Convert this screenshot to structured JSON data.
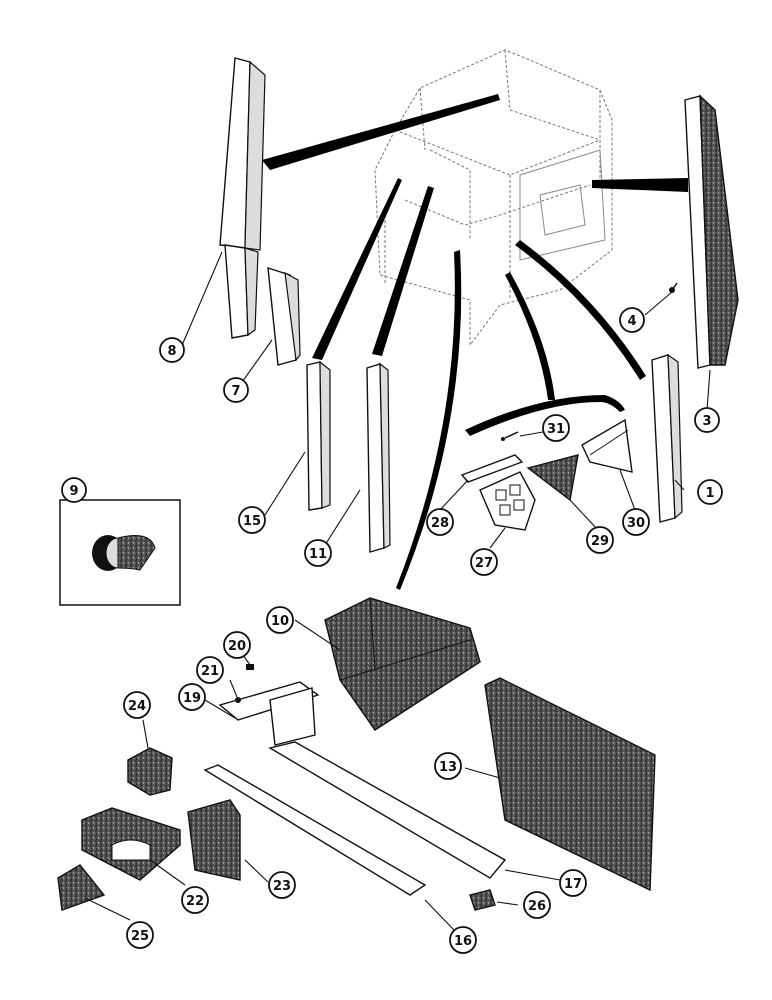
{
  "callouts": [
    {
      "id": "c1",
      "label": "1"
    },
    {
      "id": "c3",
      "label": "3"
    },
    {
      "id": "c4",
      "label": "4"
    },
    {
      "id": "c7",
      "label": "7"
    },
    {
      "id": "c8",
      "label": "8"
    },
    {
      "id": "c9",
      "label": "9"
    },
    {
      "id": "c10",
      "label": "10"
    },
    {
      "id": "c11",
      "label": "11"
    },
    {
      "id": "c13",
      "label": "13"
    },
    {
      "id": "c15",
      "label": "15"
    },
    {
      "id": "c16",
      "label": "16"
    },
    {
      "id": "c17",
      "label": "17"
    },
    {
      "id": "c19",
      "label": "19"
    },
    {
      "id": "c20",
      "label": "20"
    },
    {
      "id": "c21",
      "label": "21"
    },
    {
      "id": "c22",
      "label": "22"
    },
    {
      "id": "c23",
      "label": "23"
    },
    {
      "id": "c24",
      "label": "24"
    },
    {
      "id": "c25",
      "label": "25"
    },
    {
      "id": "c26",
      "label": "26"
    },
    {
      "id": "c27",
      "label": "27"
    },
    {
      "id": "c28",
      "label": "28"
    },
    {
      "id": "c29",
      "label": "29"
    },
    {
      "id": "c30",
      "label": "30"
    },
    {
      "id": "c31",
      "label": "31"
    }
  ]
}
